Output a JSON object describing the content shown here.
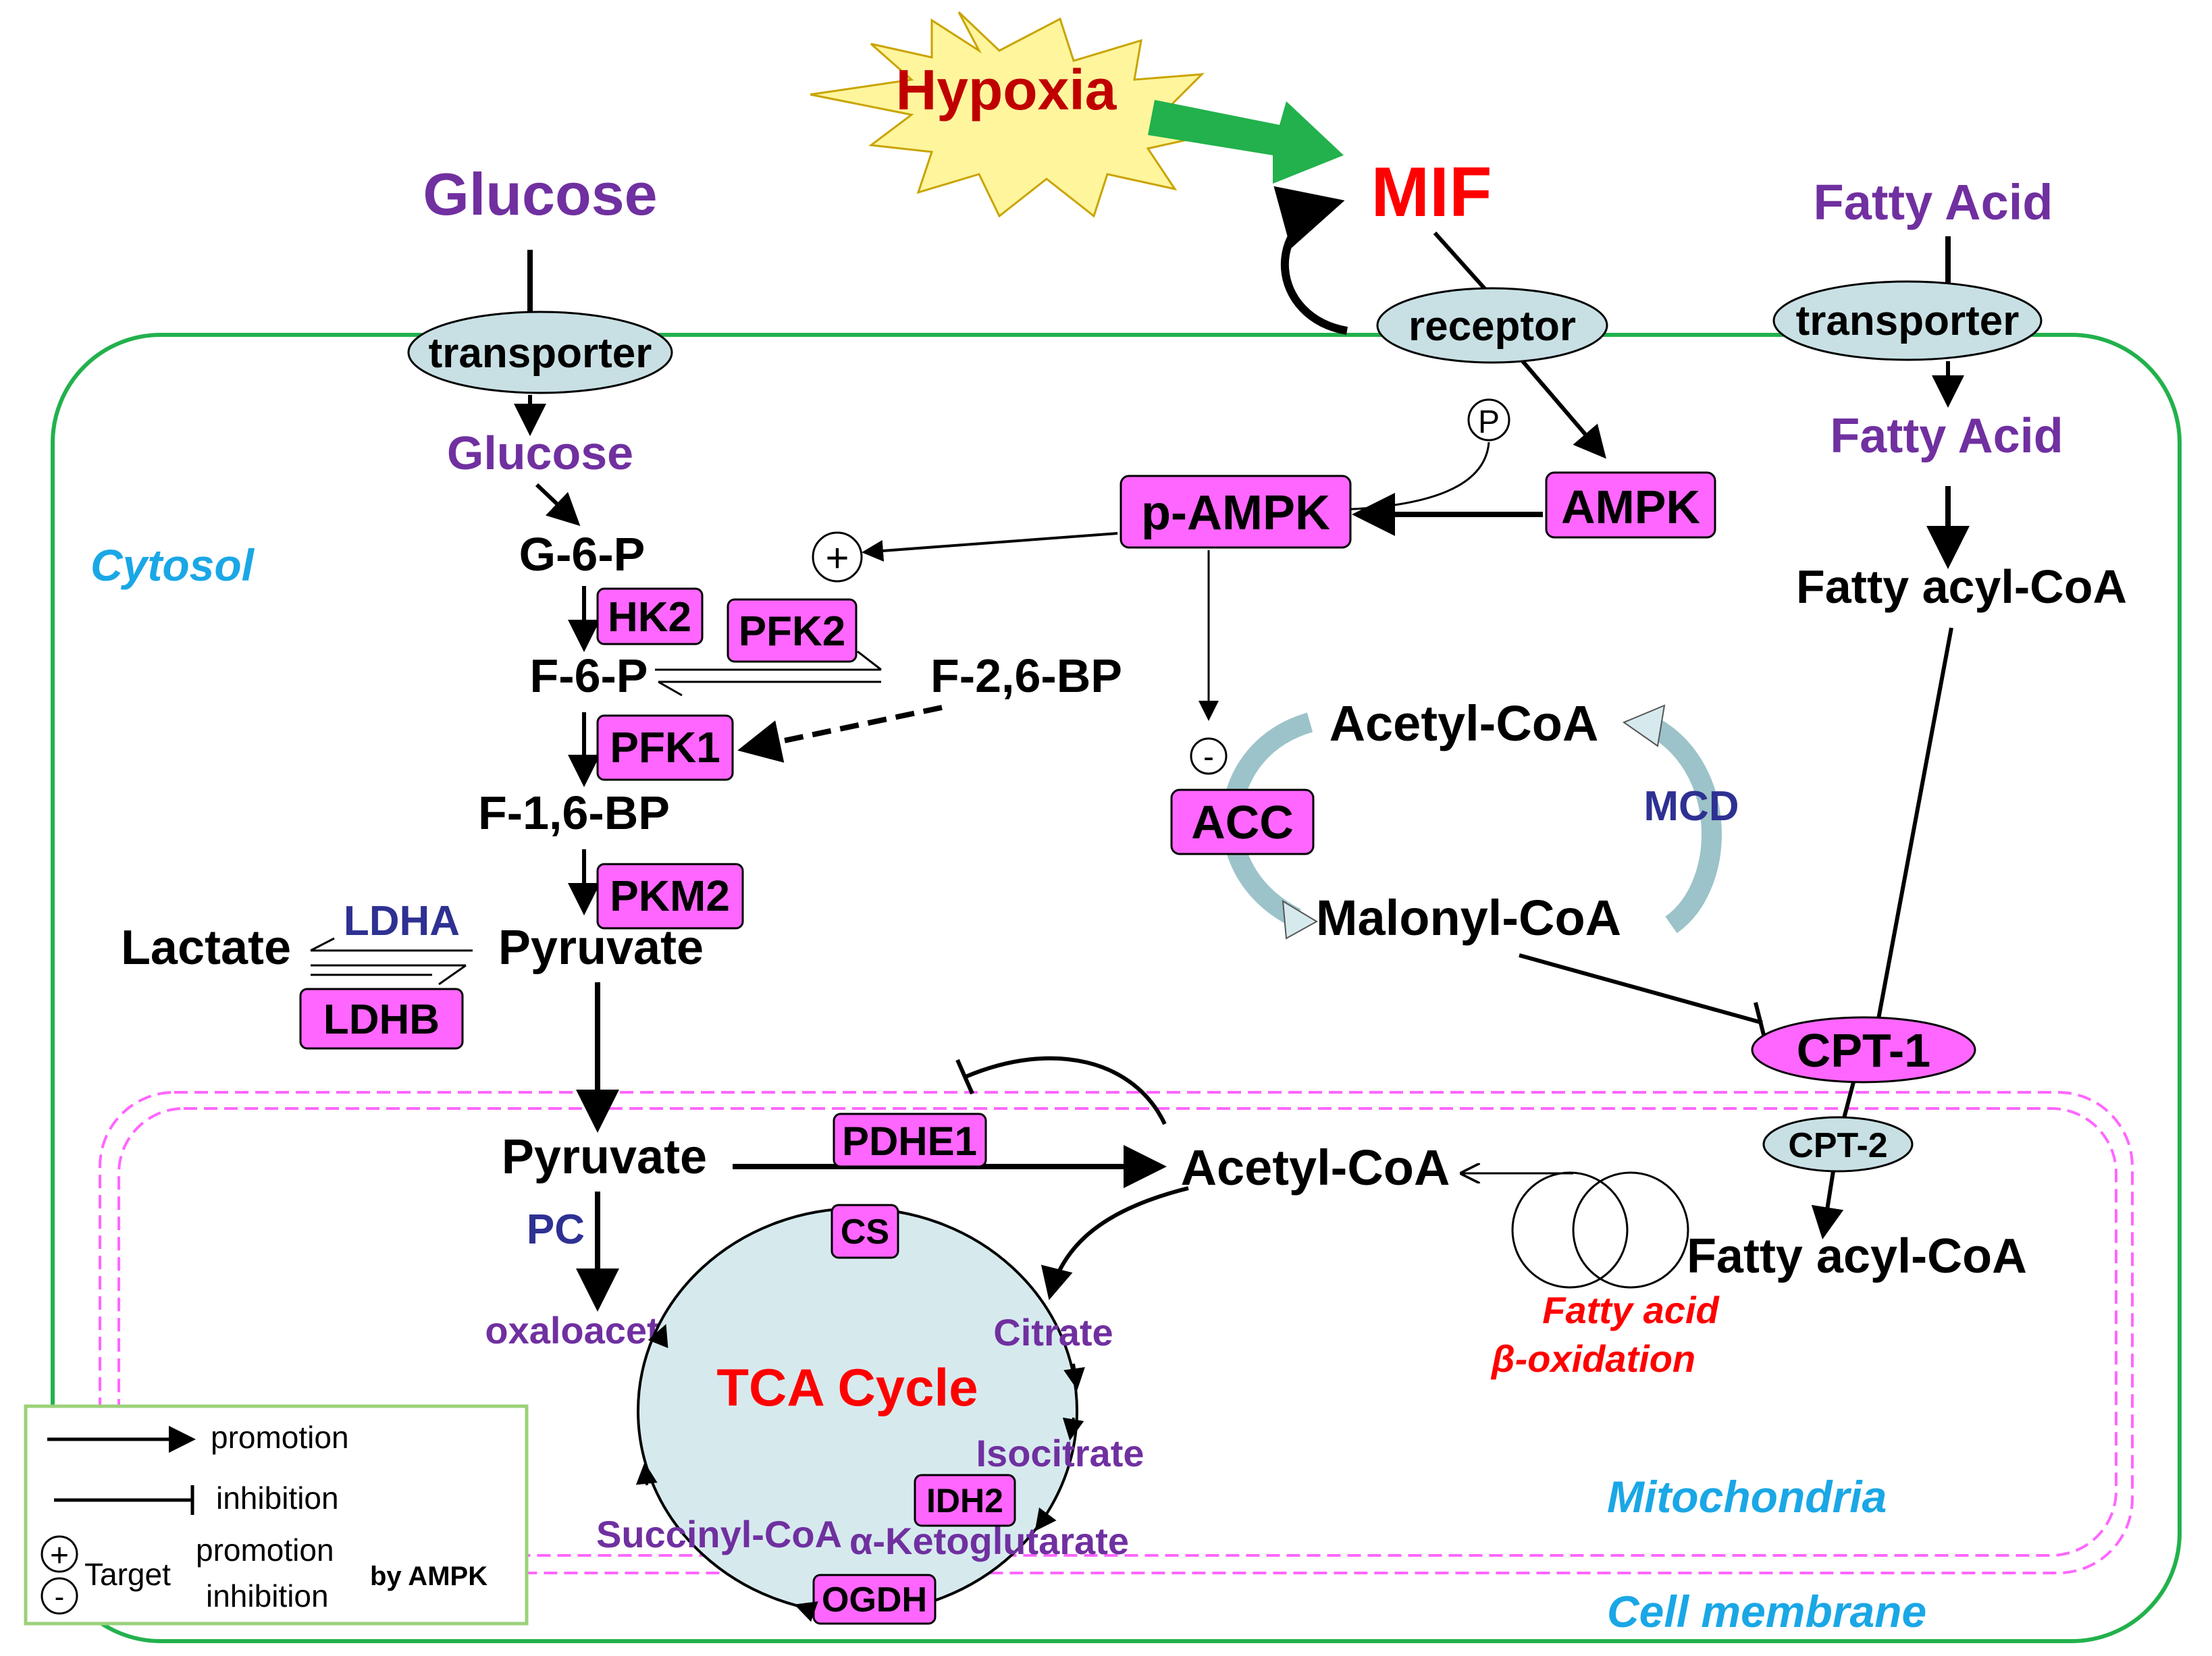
{
  "stimulus": {
    "hypoxia": "Hypoxia",
    "mif": "MIF"
  },
  "compartments": {
    "cytosol": "Cytosol",
    "mitochondria": "Mitochondria",
    "cell_membrane": "Cell membrane"
  },
  "glucose_branch": {
    "glucose_outside": "Glucose",
    "transporter": "transporter",
    "glucose_inside": "Glucose",
    "g6p": "G-6-P",
    "f6p": "F-6-P",
    "f26bp": "F-2,6-BP",
    "f16bp": "F-1,6-BP",
    "pyruvate": "Pyruvate",
    "lactate": "Lactate",
    "ldha": "LDHA",
    "pyruvate_mito": "Pyruvate",
    "pc": "PC",
    "oxaloacetate": "oxaloacetate"
  },
  "enzymes": {
    "hk2": "HK2",
    "pfk2": "PFK2",
    "pfk1": "PFK1",
    "pkm2": "PKM2",
    "ldhb": "LDHB",
    "pdhe1": "PDHE1",
    "cs": "CS",
    "idh2": "IDH2",
    "ogdh": "OGDH",
    "ampk": "AMPK",
    "p_ampk": "p-AMPK",
    "acc": "ACC",
    "cpt1": "CPT-1",
    "cpt2": "CPT-2"
  },
  "receptor": {
    "label": "receptor",
    "phospho": "P"
  },
  "malonyl_branch": {
    "acetyl_coa": "Acetyl-CoA",
    "malonyl_coa": "Malonyl-CoA",
    "mcd": "MCD"
  },
  "fatty_acid_branch": {
    "fatty_acid_outside": "Fatty Acid",
    "transporter": "transporter",
    "fatty_acid_inside": "Fatty Acid",
    "fatty_acyl_coa": "Fatty acyl-CoA",
    "fatty_acyl_coa_mito": "Fatty acyl-CoA",
    "beta_ox_line1": "Fatty acid",
    "beta_ox_line2": "β-oxidation"
  },
  "tca": {
    "title": "TCA Cycle",
    "acetyl_coa": "Acetyl-CoA",
    "citrate": "Citrate",
    "isocitrate": "Isocitrate",
    "akg": "α-Ketoglutarate",
    "succinyl": "Succinyl-CoA"
  },
  "markers": {
    "plus": "+",
    "minus": "-"
  },
  "legend": {
    "promotion": "promotion",
    "inhibition": "inhibition",
    "target": "Target",
    "target_promotion": "promotion",
    "target_inhibition": "inhibition",
    "by_ampk": "by AMPK",
    "plus": "+",
    "minus": "-"
  },
  "colors": {
    "enzyme_fill": "#ff66ff",
    "receptor_fill": "#c8e0e4",
    "membrane": "#22b14c",
    "mito_membrane": "#ff66ff",
    "tca_fill": "#d6eaee",
    "hypoxia_fill": "#fff59d",
    "hypoxia_text": "#c00000",
    "mif_text": "#ff0000",
    "metabolite_purple": "#7030a0",
    "enzyme_navy": "#2e3192",
    "compartment_blue": "#1aa7e6",
    "arrow_green": "#22b14c"
  }
}
